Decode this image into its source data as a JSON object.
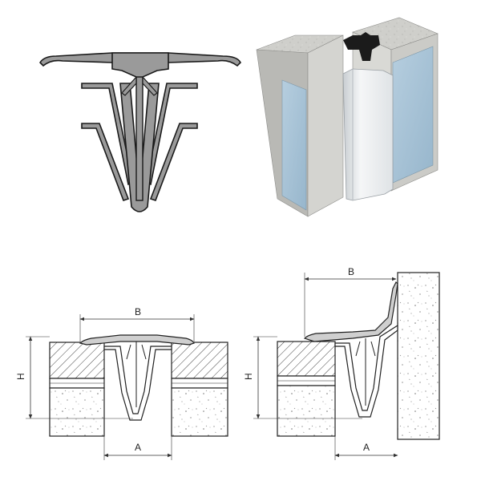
{
  "dimensions": {
    "left_b": "B",
    "left_h": "H",
    "left_a": "A",
    "right_b": "B",
    "right_h": "H",
    "right_a": "A"
  },
  "colors": {
    "profile_fill": "#9a9a9a",
    "profile_stroke": "#1a1a1a",
    "concrete": "#c9cac6",
    "insulation": "#a9c3d6",
    "cover": "#eef0f1",
    "hatch": "#444444"
  }
}
